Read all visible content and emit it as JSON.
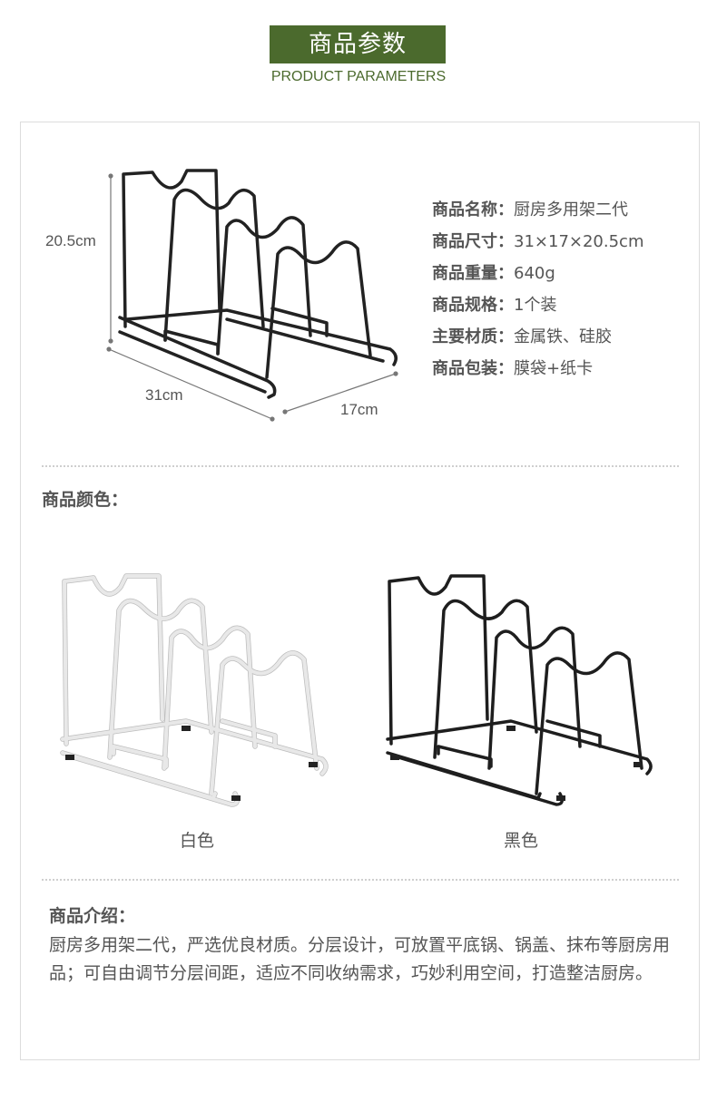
{
  "header": {
    "title": "商品参数",
    "title_en": "PRODUCT PARAMETERS"
  },
  "dimensions": {
    "height": "20.5cm",
    "length": "31cm",
    "width": "17cm"
  },
  "specs": [
    {
      "key": "商品名称：",
      "value": "厨房多用架二代"
    },
    {
      "key": "商品尺寸：",
      "value": "31×17×20.5cm"
    },
    {
      "key": "商品重量：",
      "value": "640g"
    },
    {
      "key": "商品规格：",
      "value": "1个装"
    },
    {
      "key": "主要材质：",
      "value": "金属铁、硅胶"
    },
    {
      "key": "商品包装：",
      "value": "膜袋+纸卡"
    }
  ],
  "colors_section": {
    "title": "商品颜色：",
    "options": [
      {
        "label": "白色",
        "rack_color": "#e8e8e8"
      },
      {
        "label": "黑色",
        "rack_color": "#1e1e1e"
      }
    ]
  },
  "intro_section": {
    "title": "商品介绍：",
    "text": "厨房多用架二代，严选优良材质。分层设计，可放置平底锅、锅盖、抹布等厨房用品；可自由调节分层间距，适应不同收纳需求，巧妙利用空间，打造整洁厨房。"
  },
  "theme": {
    "accent": "#4b6a2d"
  }
}
